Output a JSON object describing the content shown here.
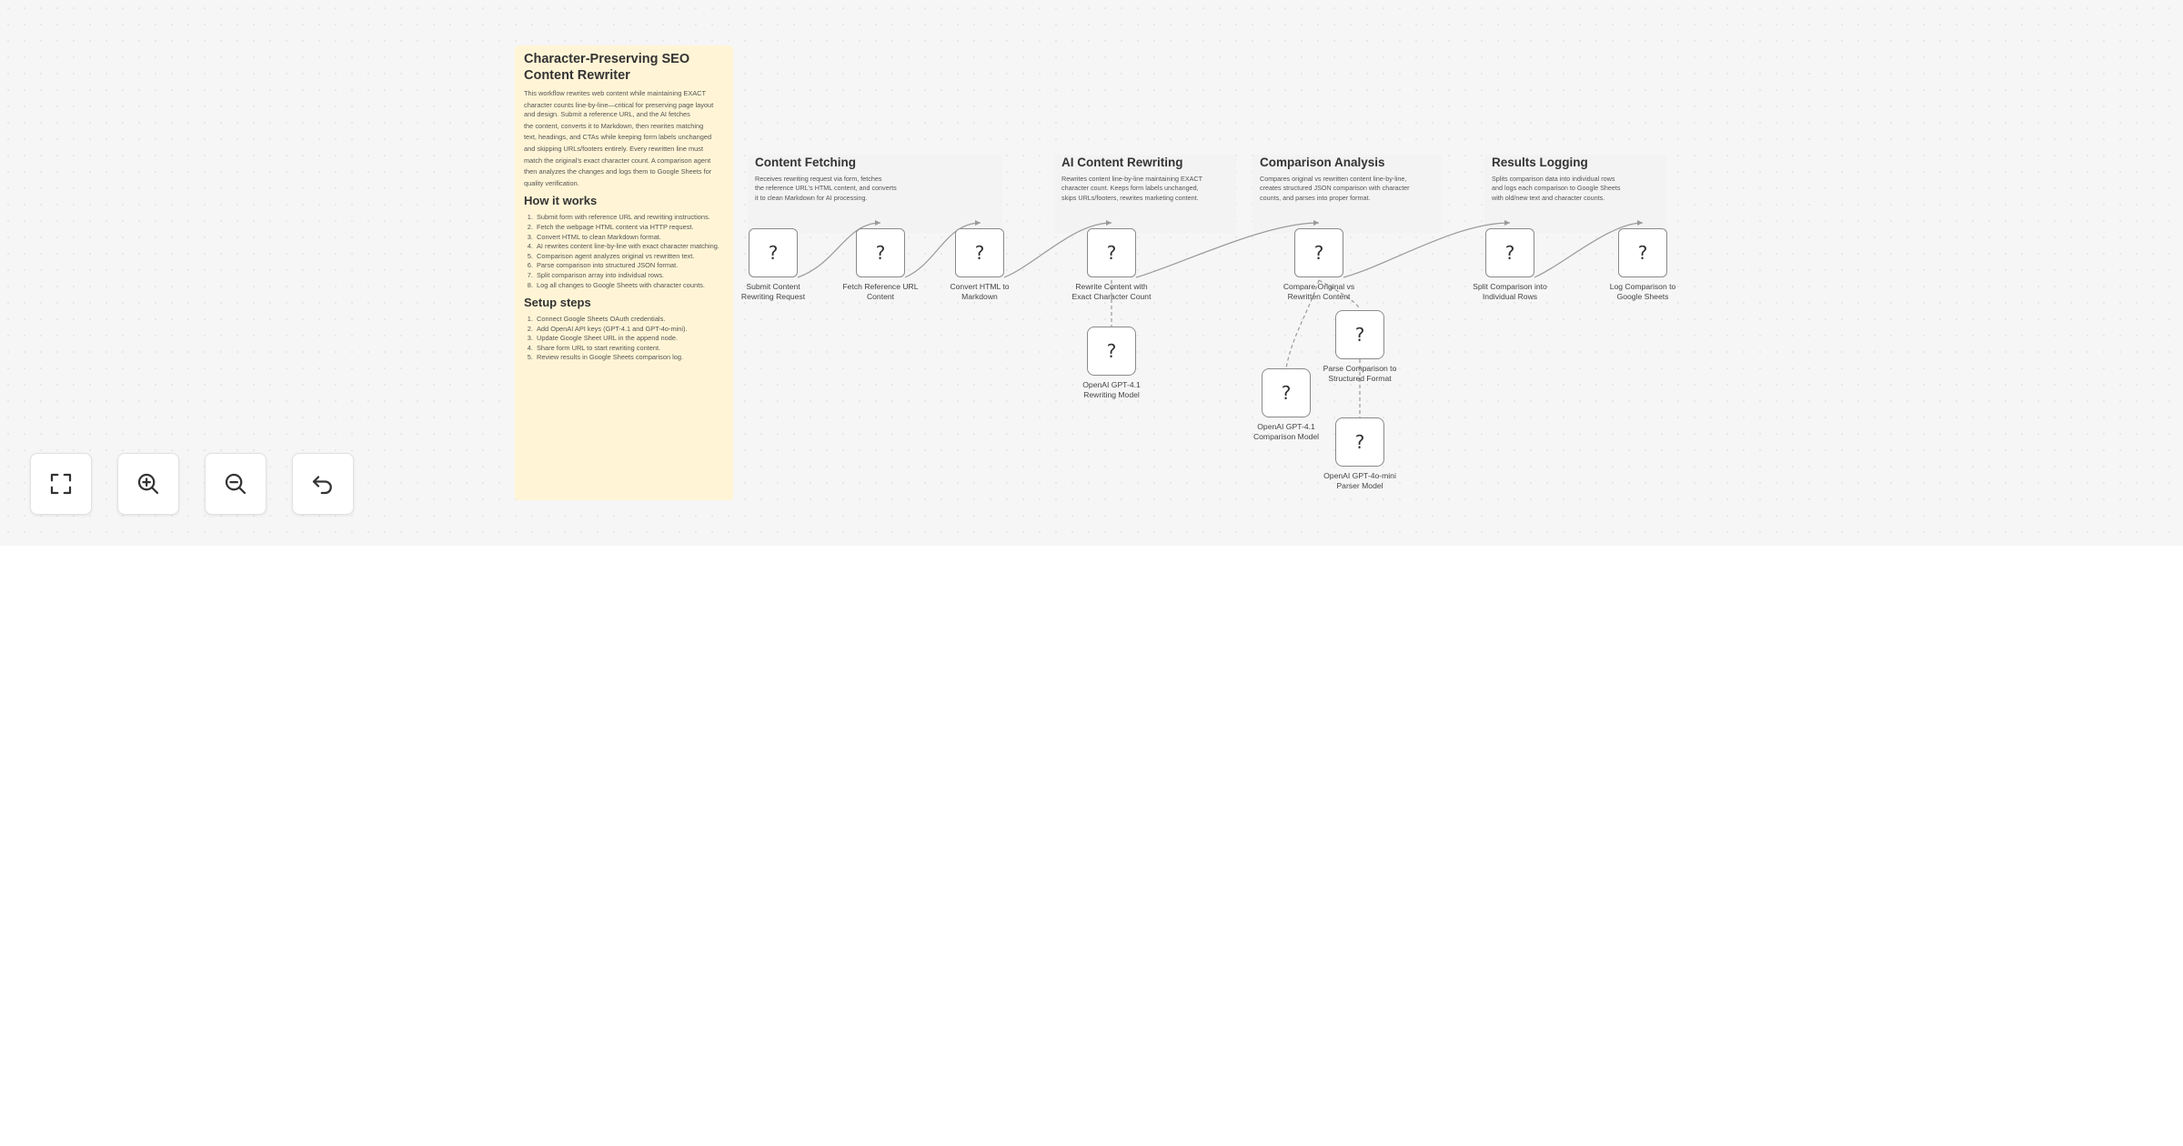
{
  "sticky_main": {
    "title": "Character-Preserving SEO Content Rewriter",
    "intro": [
      "This workflow rewrites web content while maintaining EXACT",
      "character counts line-by-line—critical for preserving page layout and design. Submit a reference URL, and the AI fetches",
      "the content, converts it to Markdown, then rewrites matching",
      "text, headings, and CTAs while keeping form labels unchanged",
      "and skipping URLs/footers entirely. Every rewritten line must",
      "match the original's exact character count. A comparison agent",
      "then analyzes the changes and logs them to Google Sheets for",
      "quality verification."
    ],
    "how_heading": "How it works",
    "how_steps": [
      "Submit form with reference URL and rewriting instructions.",
      "Fetch the webpage HTML content via HTTP request.",
      "Convert HTML to clean Markdown format.",
      "AI rewrites content line-by-line with exact character matching.",
      "Comparison agent analyzes original vs rewritten text.",
      "Parse comparison into structured JSON format.",
      "Split comparison array into individual rows.",
      "Log all changes to Google Sheets with character counts."
    ],
    "setup_heading": "Setup steps",
    "setup_steps": [
      "Connect Google Sheets OAuth credentials.",
      "Add OpenAI API keys (GPT-4.1 and GPT-4o-mini).",
      "Update Google Sheet URL in the append node.",
      "Share form URL to start rewriting content.",
      "Review results in Google Sheets comparison log."
    ]
  },
  "sections": [
    {
      "title": "Content Fetching",
      "desc": "Receives rewriting request via form, fetches\nthe reference URL's HTML content, and converts\nit to clean Markdown for AI processing."
    },
    {
      "title": "AI Content Rewriting",
      "desc": "Rewrites content line-by-line maintaining EXACT\ncharacter count. Keeps form labels unchanged,\nskips URLs/footers, rewrites marketing content."
    },
    {
      "title": "Comparison Analysis",
      "desc": "Compares original vs rewritten content line-by-line,\ncreates structured JSON comparison with character\ncounts, and parses into proper format."
    },
    {
      "title": "Results Logging",
      "desc": "Splits comparison data into individual rows\nand logs each comparison to Google Sheets\nwith old/new text and character counts."
    }
  ],
  "nodes": [
    {
      "id": "n1",
      "icon": "?",
      "label": "Submit Content\nRewriting Request"
    },
    {
      "id": "n2",
      "icon": "?",
      "label": "Fetch Reference URL\nContent"
    },
    {
      "id": "n3",
      "icon": "?",
      "label": "Convert HTML to\nMarkdown"
    },
    {
      "id": "n4",
      "icon": "?",
      "label": "Rewrite Content with\nExact Character Count"
    },
    {
      "id": "n5",
      "icon": "?",
      "label": "Compare Original vs\nRewritten Content"
    },
    {
      "id": "n6",
      "icon": "?",
      "label": "Split Comparison into\nIndividual Rows"
    },
    {
      "id": "n7",
      "icon": "?",
      "label": "Log Comparison to\nGoogle Sheets"
    },
    {
      "id": "n8",
      "icon": "?",
      "label": "OpenAI GPT-4.1\nRewriting Model"
    },
    {
      "id": "n9",
      "icon": "?",
      "label": "Parse Comparison to\nStructured Format"
    },
    {
      "id": "n10",
      "icon": "?",
      "label": "OpenAI GPT-4.1\nComparison Model"
    },
    {
      "id": "n11",
      "icon": "?",
      "label": "OpenAI GPT-4o-mini\nParser Model"
    }
  ],
  "controls": [
    {
      "name": "fit-view-button",
      "icon": "fullscreen-icon"
    },
    {
      "name": "zoom-in-button",
      "icon": "zoom-in-icon"
    },
    {
      "name": "zoom-out-button",
      "icon": "zoom-out-icon"
    },
    {
      "name": "reset-zoom-button",
      "icon": "undo-icon"
    }
  ],
  "colors": {
    "canvas": "#f6f6f6",
    "sticky_yellow": "#fff5d6",
    "section_gray": "#f3f3f3",
    "node_border": "#8a8a8a",
    "edge": "#9a9a9a"
  }
}
